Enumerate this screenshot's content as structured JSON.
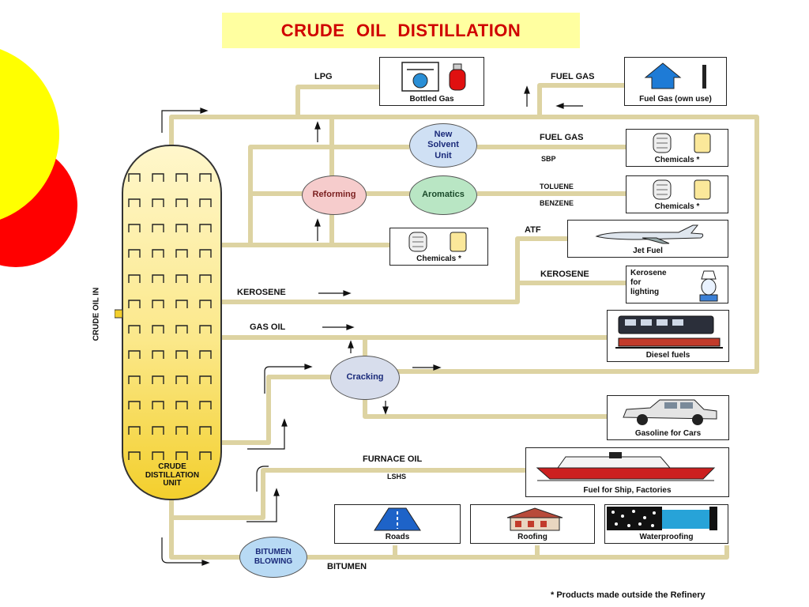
{
  "title": "CRUDE  OIL   DISTILLATION",
  "colors": {
    "pipe": "#ddd3a2",
    "column": "#f7d94a",
    "title_bg": "#ffffa0",
    "title_text": "#d00000",
    "decor_yellow": "#ffff00",
    "decor_red": "#ff0000"
  },
  "column": {
    "label": "CRUDE\nDISTILLATION\nUNIT",
    "feed_label": "CRUDE OIL IN"
  },
  "units": {
    "new_solvent": "New\nSolvent\nUnit",
    "reforming": "Reforming",
    "aromatics": "Aromatics",
    "cracking": "Cracking",
    "bitumen_blowing": "BITUMEN\nBLOWING"
  },
  "flow_labels": {
    "lpg": "LPG",
    "fuel_gas_top": "FUEL GAS",
    "fuel_gas": "FUEL GAS",
    "sbp": "SBP",
    "toluene": "TOLUENE",
    "benzene": "BENZENE",
    "atf": "ATF",
    "kerosene_right": "KEROSENE",
    "kerosene_left": "KEROSENE",
    "gas_oil": "GAS OIL",
    "furnace_oil": "FURNACE OIL",
    "lshs": "LSHS",
    "bitumen": "BITUMEN"
  },
  "products": {
    "bottled_gas": "Bottled Gas",
    "fuel_gas_own": "Fuel Gas (own use)",
    "chemicals_1": "Chemicals *",
    "chemicals_2": "Chemicals *",
    "chemicals_3": "Chemicals *",
    "jet_fuel": "Jet Fuel",
    "kerosene_lighting": "Kerosene\nfor\nlighting",
    "diesel": "Diesel fuels",
    "gasoline": "Gasoline for Cars",
    "ship_fuel": "Fuel for Ship, Factories",
    "roads": "Roads",
    "roofing": "Roofing",
    "waterproofing": "Waterproofing"
  },
  "footnote": "* Products made outside the Refinery",
  "icons": [
    "gas-cylinder-icon",
    "house-icon",
    "chemical-drum-icon",
    "airplane-icon",
    "lamp-icon",
    "train-icon",
    "car-icon",
    "ship-icon",
    "road-icon",
    "roof-icon",
    "waterproofing-icon"
  ]
}
